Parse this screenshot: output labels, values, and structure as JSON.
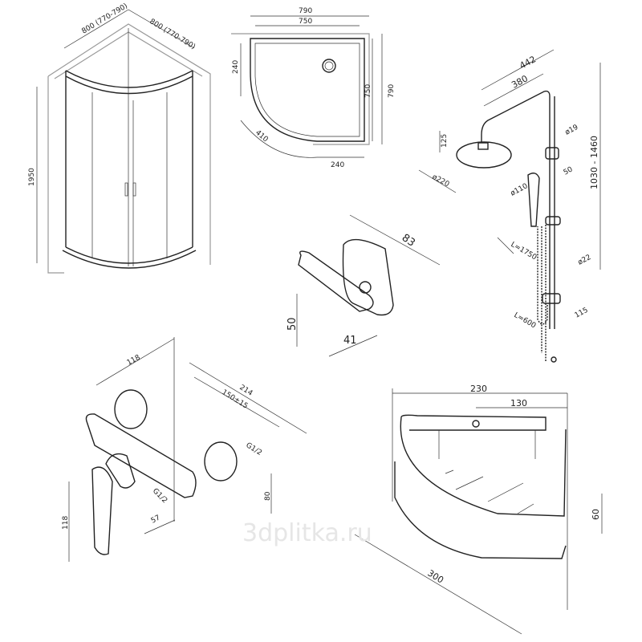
{
  "cabin": {
    "width_label": "800 (770-790)",
    "depth_label": "800 (770-790)",
    "height_label": "1950"
  },
  "tray": {
    "top_outer": "790",
    "top_inner": "750",
    "left_drain": "240",
    "right_inner": "750",
    "right_outer": "790",
    "radius": "410",
    "bottom_drain": "240"
  },
  "shower_set": {
    "arm_outer": "442",
    "arm_inner": "380",
    "head_drop": "125",
    "head_diameter": "ø220",
    "pipe_diameter_top": "ø19",
    "holder_offset": "50",
    "hand_diameter": "ø110",
    "height_range": "1030 - 1460",
    "hose_long": "L=1750",
    "bar_diameter": "ø22",
    "bottom_offset": "115",
    "hose_short": "L=600"
  },
  "hook": {
    "depth": "83",
    "height": "50",
    "width": "41"
  },
  "mixer": {
    "depth": "118",
    "overall_width": "214",
    "centers": "150±15",
    "inlet_thread": "G1/2",
    "outlet_thread": "G1/2",
    "outlet_offset": "57",
    "height": "118",
    "wall_offset": "80"
  },
  "basket": {
    "width": "230",
    "hole_offset": "130",
    "height": "60",
    "diagonal": "300"
  },
  "watermark": "3dplitka.ru"
}
